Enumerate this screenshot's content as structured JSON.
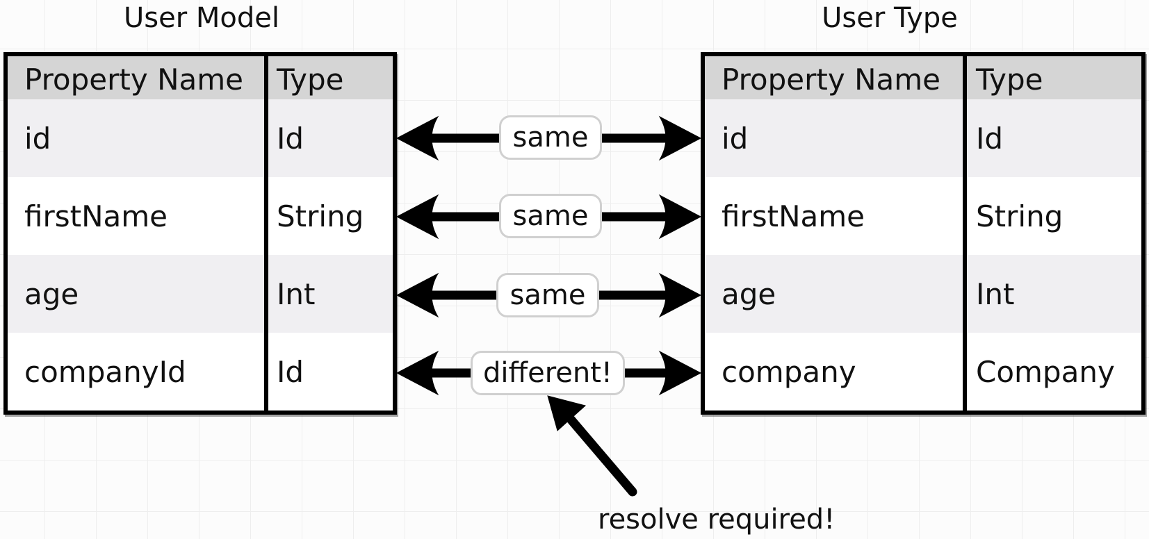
{
  "left_table": {
    "title": "User Model",
    "header": {
      "property": "Property Name",
      "type": "Type"
    },
    "rows": [
      {
        "property": "id",
        "type": "Id"
      },
      {
        "property": "firstName",
        "type": "String"
      },
      {
        "property": "age",
        "type": "Int"
      },
      {
        "property": "companyId",
        "type": "Id"
      }
    ]
  },
  "right_table": {
    "title": "User Type",
    "header": {
      "property": "Property Name",
      "type": "Type"
    },
    "rows": [
      {
        "property": "id",
        "type": "Id"
      },
      {
        "property": "firstName",
        "type": "String"
      },
      {
        "property": "age",
        "type": "Int"
      },
      {
        "property": "company",
        "type": "Company"
      }
    ]
  },
  "comparisons": [
    {
      "label": "same"
    },
    {
      "label": "same"
    },
    {
      "label": "same"
    },
    {
      "label": "different!"
    }
  ],
  "annotation": "resolve required!",
  "colors": {
    "border": "#000000",
    "header_bg": "#d5d5d5",
    "row_alt_bg": "#f0eff2",
    "label_border": "#d0d0d0"
  }
}
